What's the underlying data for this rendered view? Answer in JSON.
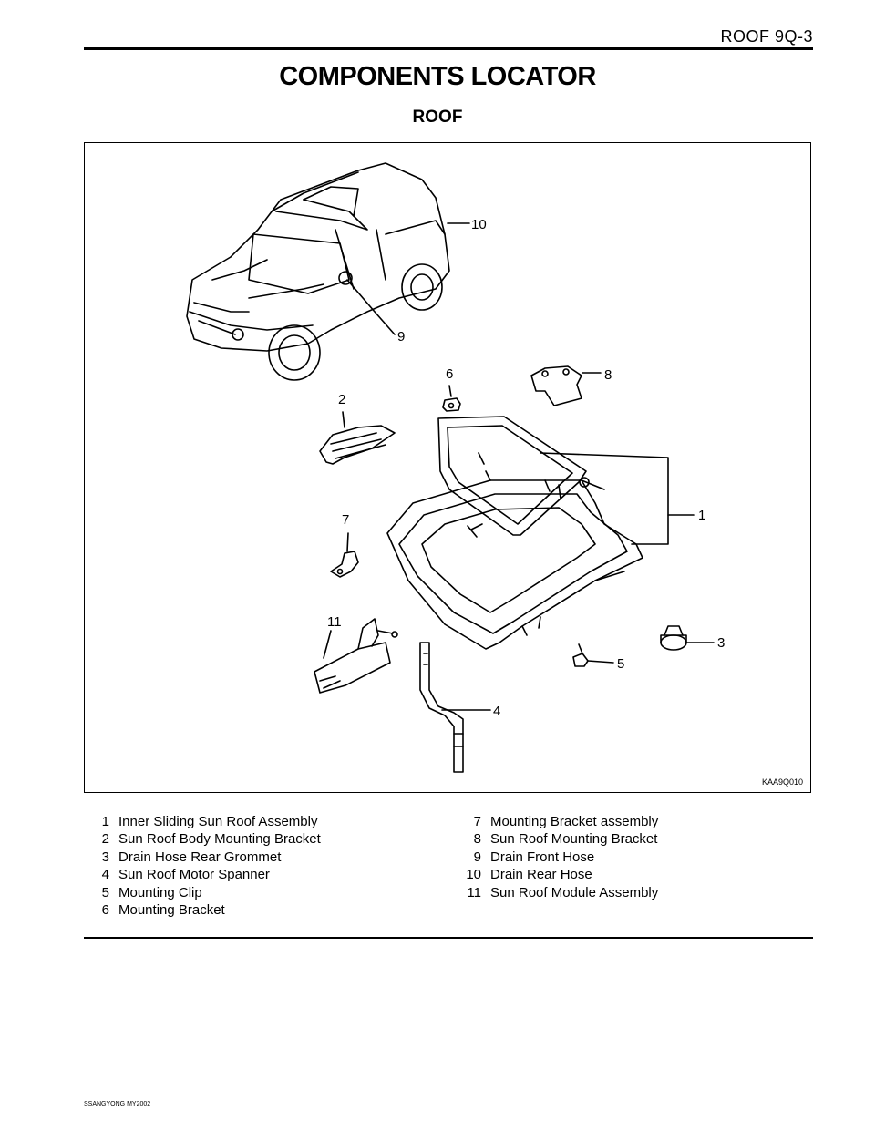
{
  "header": {
    "section": "ROOF  9Q-3"
  },
  "title": "COMPONENTS LOCATOR",
  "subtitle": "ROOF",
  "figure": {
    "code": "KAA9Q010",
    "callouts": [
      "1",
      "2",
      "3",
      "4",
      "5",
      "6",
      "7",
      "8",
      "9",
      "10",
      "11"
    ]
  },
  "legend": {
    "left": [
      {
        "num": "1",
        "text": "Inner Sliding Sun Roof Assembly"
      },
      {
        "num": "2",
        "text": "Sun Roof Body Mounting Bracket"
      },
      {
        "num": "3",
        "text": "Drain Hose Rear Grommet"
      },
      {
        "num": "4",
        "text": "Sun Roof Motor Spanner"
      },
      {
        "num": "5",
        "text": "Mounting Clip"
      },
      {
        "num": "6",
        "text": "Mounting Bracket"
      }
    ],
    "right": [
      {
        "num": "7",
        "text": "Mounting Bracket assembly"
      },
      {
        "num": "8",
        "text": "Sun Roof Mounting Bracket"
      },
      {
        "num": "9",
        "text": "Drain Front Hose"
      },
      {
        "num": "10",
        "text": "Drain Rear Hose"
      },
      {
        "num": "11",
        "text": "Sun Roof Module Assembly"
      }
    ]
  },
  "footer": "SSANGYONG  MY2002"
}
